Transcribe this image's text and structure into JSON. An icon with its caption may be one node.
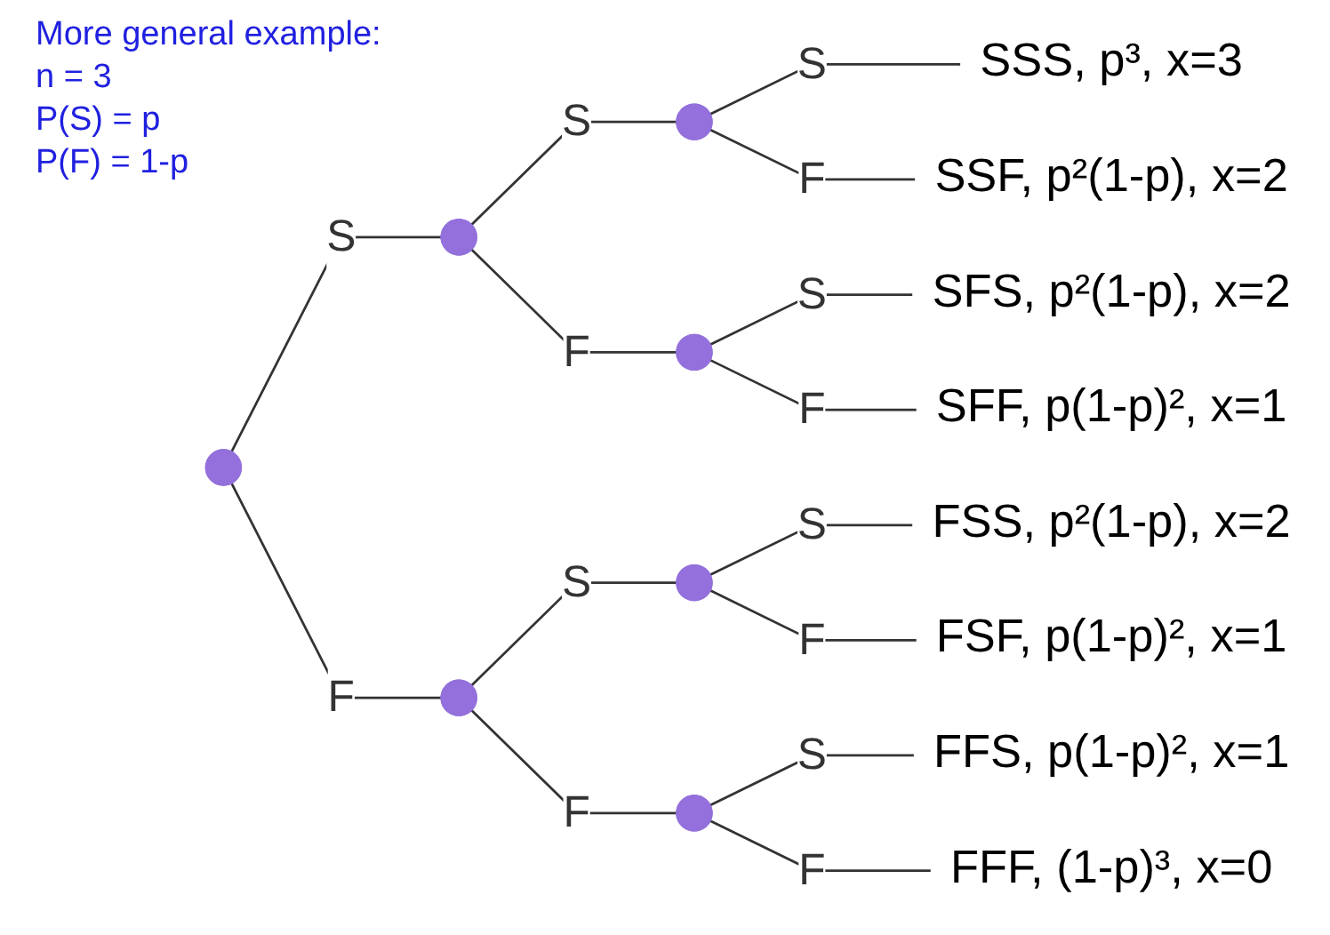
{
  "diagram": {
    "nodes": [
      {
        "text": [],
        "shape": "point"
      },
      {
        "text": [],
        "shape": "point"
      },
      {
        "text": [],
        "shape": "point"
      },
      {
        "text": [],
        "shape": "point"
      },
      {
        "text": [],
        "shape": "point"
      },
      {
        "text": [],
        "shape": "point"
      },
      {
        "text": [],
        "shape": "point"
      },
      {
        "text": [
          "SSS, p³, x=3"
        ]
      },
      {
        "text": [
          "SSF, p²(1-p), x=2"
        ]
      },
      {
        "text": [
          "SFS, p²(1-p), x=2"
        ]
      },
      {
        "text": [
          "SFF, p(1-p)², x=1"
        ]
      },
      {
        "text": [
          "FSS, p²(1-p), x=2"
        ]
      },
      {
        "text": [
          "FSF, p(1-p)², x=1"
        ]
      },
      {
        "text": [
          "FFS, p(1-p)², x=1"
        ]
      },
      {
        "text": [
          "FFF, (1-p)³, x=0"
        ]
      }
    ],
    "edges": [
      {
        "from": 0,
        "to": 1,
        "arrow": "none",
        "label": "S"
      },
      {
        "from": 0,
        "to": 2,
        "arrow": "none",
        "label": "F"
      },
      {
        "from": 1,
        "to": 3,
        "arrow": "none",
        "label": "S"
      },
      {
        "from": 1,
        "to": 4,
        "arrow": "none",
        "label": "F"
      },
      {
        "from": 2,
        "to": 5,
        "arrow": "none",
        "label": "S"
      },
      {
        "from": 2,
        "to": 6,
        "arrow": "none",
        "label": "F"
      },
      {
        "from": 3,
        "to": 7,
        "arrow": "none",
        "label": "S"
      },
      {
        "from": 3,
        "to": 8,
        "arrow": "none",
        "label": "F"
      },
      {
        "from": 4,
        "to": 9,
        "arrow": "none",
        "label": "S"
      },
      {
        "from": 4,
        "to": 10,
        "arrow": "none",
        "label": "F"
      },
      {
        "from": 5,
        "to": 11,
        "arrow": "none",
        "label": "S"
      },
      {
        "from": 5,
        "to": 12,
        "arrow": "none",
        "label": "F"
      },
      {
        "from": 6,
        "to": 13,
        "arrow": "none",
        "label": "S"
      },
      {
        "from": 6,
        "to": 14,
        "arrow": "none",
        "label": "F"
      }
    ],
    "labels": [
      "More general example:",
      "n = 3",
      "P(S) = p",
      "P(F) = 1-p"
    ]
  }
}
